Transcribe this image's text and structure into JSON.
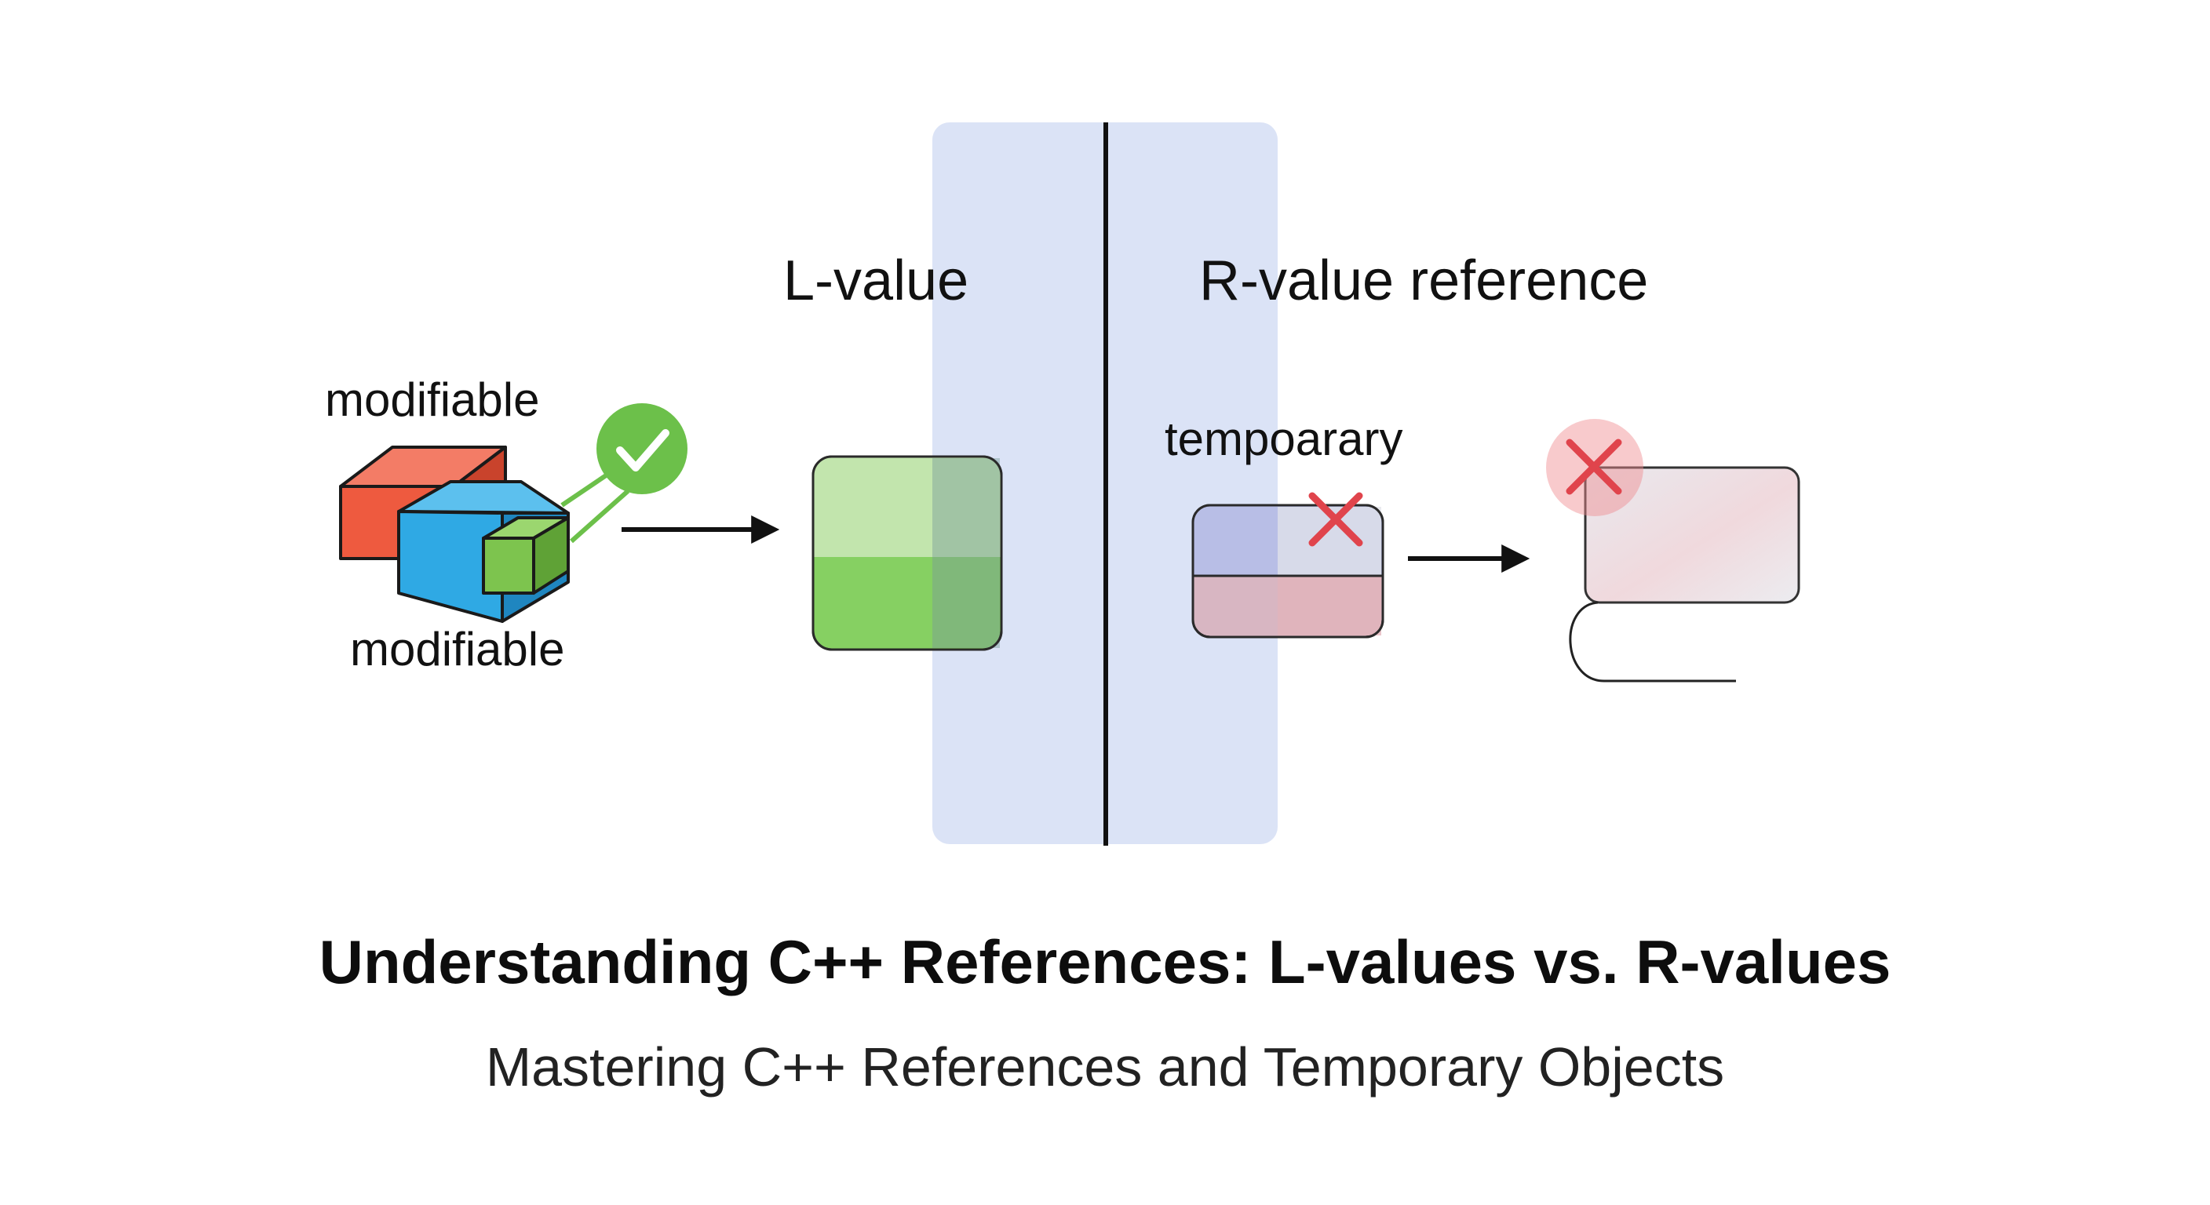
{
  "diagram": {
    "lvalue_heading": "L-value",
    "rvalue_heading": "R-value reference",
    "modifiable_top": "modifiable",
    "modifiable_bottom": "modifiable",
    "temporary_label": "tempoarary",
    "title": "Understanding C++ References: L-values vs. R-values",
    "subtitle": "Mastering C++ References and Temporary Objects"
  },
  "colors": {
    "band": "#dbe3f6",
    "check": "#6cc04a",
    "cross": "#e0444c",
    "cube_red": "#ee5a3f",
    "cube_blue": "#2fa9e4",
    "cube_green": "#7dc44e"
  },
  "icons": [
    "check-icon",
    "cross-icon",
    "arrow-right-icon",
    "cube-stack-icon"
  ]
}
